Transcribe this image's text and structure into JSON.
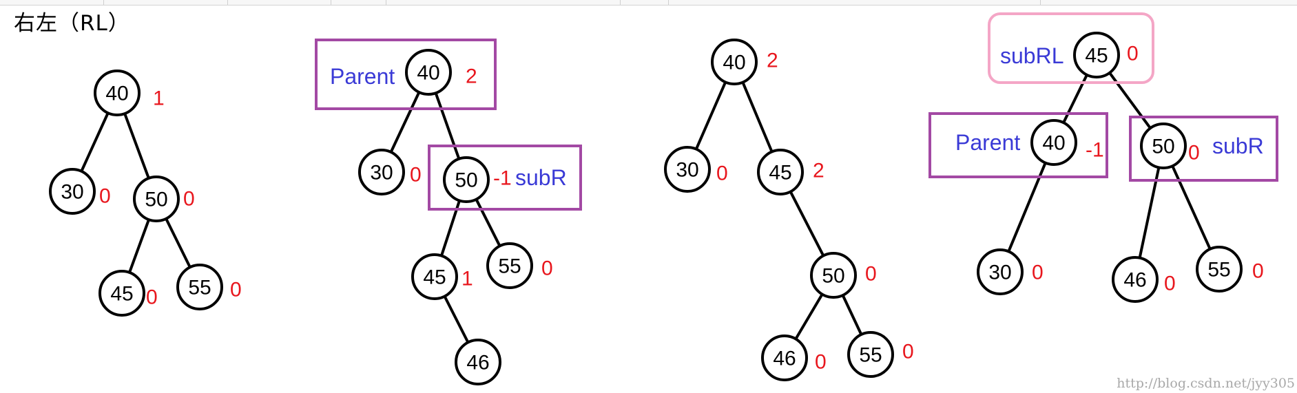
{
  "title": "右左（RL）",
  "watermark": "http://blog.csdn.net/jyy305",
  "colors": {
    "balance_factor": "#e8161d",
    "box_label": "#3a3ad6",
    "purple_box": "#a349a4",
    "pink_box": "#f4a6c6"
  },
  "diagrams": [
    {
      "name": "initial",
      "nodes": [
        {
          "id": "40",
          "label": "40",
          "bf": "1"
        },
        {
          "id": "30",
          "label": "30",
          "bf": "0"
        },
        {
          "id": "50",
          "label": "50",
          "bf": "0"
        },
        {
          "id": "45",
          "label": "45",
          "bf": "0"
        },
        {
          "id": "55",
          "label": "55",
          "bf": "0"
        }
      ],
      "edges": [
        [
          "40",
          "30"
        ],
        [
          "40",
          "50"
        ],
        [
          "50",
          "45"
        ],
        [
          "50",
          "55"
        ]
      ],
      "boxes": []
    },
    {
      "name": "after-insert-46",
      "nodes": [
        {
          "id": "40",
          "label": "40",
          "bf": "2"
        },
        {
          "id": "30",
          "label": "30",
          "bf": "0"
        },
        {
          "id": "50",
          "label": "50",
          "bf": "-1"
        },
        {
          "id": "45",
          "label": "45",
          "bf": "1"
        },
        {
          "id": "55",
          "label": "55",
          "bf": "0"
        },
        {
          "id": "46",
          "label": "46",
          "bf": ""
        }
      ],
      "edges": [
        [
          "40",
          "30"
        ],
        [
          "40",
          "50"
        ],
        [
          "50",
          "45"
        ],
        [
          "50",
          "55"
        ],
        [
          "45",
          "46"
        ]
      ],
      "boxes": [
        {
          "label": "Parent",
          "color": "purple"
        },
        {
          "label": "subR",
          "color": "purple"
        }
      ]
    },
    {
      "name": "after-right-rotation",
      "nodes": [
        {
          "id": "40",
          "label": "40",
          "bf": "2"
        },
        {
          "id": "30",
          "label": "30",
          "bf": "0"
        },
        {
          "id": "45",
          "label": "45",
          "bf": "2"
        },
        {
          "id": "50",
          "label": "50",
          "bf": "0"
        },
        {
          "id": "46",
          "label": "46",
          "bf": "0"
        },
        {
          "id": "55",
          "label": "55",
          "bf": "0"
        }
      ],
      "edges": [
        [
          "40",
          "30"
        ],
        [
          "40",
          "45"
        ],
        [
          "45",
          "50"
        ],
        [
          "50",
          "46"
        ],
        [
          "50",
          "55"
        ]
      ],
      "boxes": []
    },
    {
      "name": "after-left-rotation",
      "nodes": [
        {
          "id": "45",
          "label": "45",
          "bf": "0"
        },
        {
          "id": "40",
          "label": "40",
          "bf": "-1"
        },
        {
          "id": "50",
          "label": "50",
          "bf": "0"
        },
        {
          "id": "30",
          "label": "30",
          "bf": "0"
        },
        {
          "id": "46",
          "label": "46",
          "bf": "0"
        },
        {
          "id": "55",
          "label": "55",
          "bf": "0"
        }
      ],
      "edges": [
        [
          "45",
          "40"
        ],
        [
          "45",
          "50"
        ],
        [
          "40",
          "30"
        ],
        [
          "50",
          "46"
        ],
        [
          "50",
          "55"
        ]
      ],
      "boxes": [
        {
          "label": "subRL",
          "color": "pink"
        },
        {
          "label": "Parent",
          "color": "purple"
        },
        {
          "label": "subR",
          "color": "purple"
        }
      ]
    }
  ]
}
